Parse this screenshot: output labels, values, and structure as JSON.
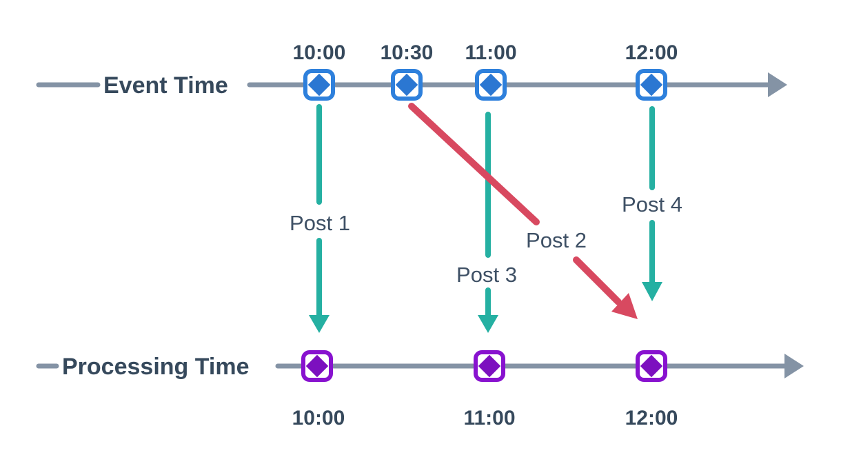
{
  "diagram": {
    "description": "Event Time vs Processing Time timeline diagram",
    "event_timeline": {
      "label": "Event Time",
      "ticks": [
        "10:00",
        "10:30",
        "11:00",
        "12:00"
      ]
    },
    "processing_timeline": {
      "label": "Processing Time",
      "ticks": [
        "10:00",
        "11:00",
        "12:00"
      ]
    },
    "posts": [
      {
        "label": "Post 1",
        "event_time": "10:00",
        "processed_time": "10:00",
        "arrow": "vertical-teal"
      },
      {
        "label": "Post 2",
        "event_time": "10:30",
        "processed_time": "12:00",
        "arrow": "diagonal-red-late"
      },
      {
        "label": "Post 3",
        "event_time": "11:00",
        "processed_time": "11:00",
        "arrow": "vertical-teal"
      },
      {
        "label": "Post 4",
        "event_time": "12:00",
        "processed_time": "12:00",
        "arrow": "vertical-teal"
      }
    ],
    "colors": {
      "timeline": "#8493a5",
      "event_marker": "#2e80dc",
      "processing_marker": "#8812cf",
      "on_time_arrow": "#25b0a2",
      "late_arrow": "#d84960",
      "label_text": "#36495c"
    }
  }
}
